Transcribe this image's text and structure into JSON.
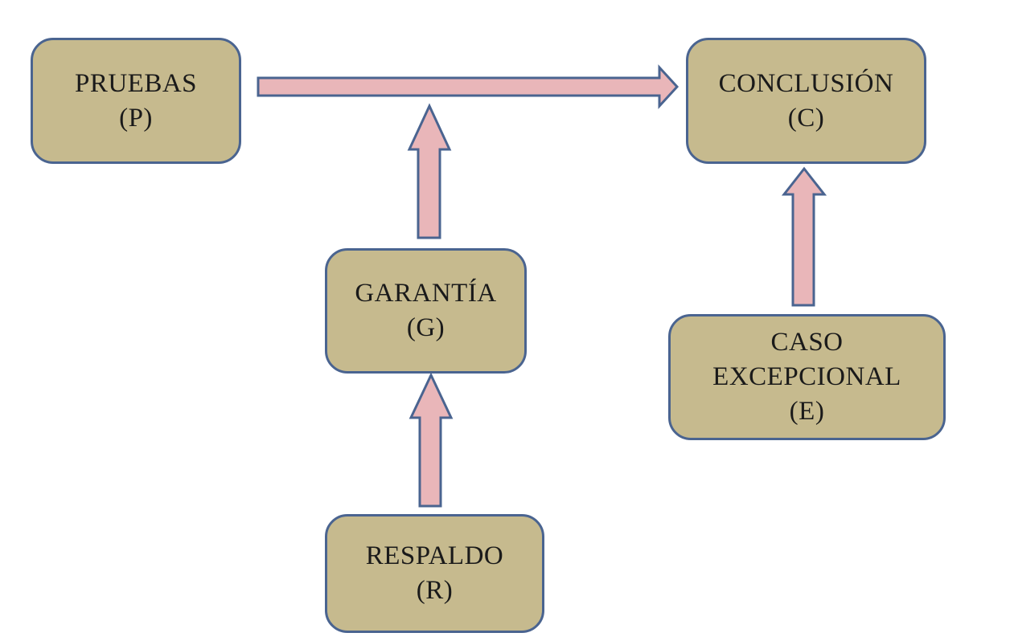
{
  "diagram": {
    "colors": {
      "box_fill": "#c6ba8e",
      "box_border": "#4a6490",
      "arrow_fill": "#e9b6b9",
      "arrow_border": "#4a6490"
    },
    "nodes": {
      "pruebas": {
        "name": "PRUEBAS",
        "code": "(P)"
      },
      "conclusion": {
        "name": "CONCLUSIÓN",
        "code": "(C)"
      },
      "garantia": {
        "name": "GARANTÍA",
        "code": "(G)"
      },
      "caso_excepcional": {
        "name_line1": "CASO",
        "name_line2": "EXCEPCIONAL",
        "code": "(E)"
      },
      "respaldo": {
        "name": "RESPALDO",
        "code": "(R)"
      }
    },
    "edges": [
      {
        "from": "pruebas",
        "to": "conclusion"
      },
      {
        "from": "garantia",
        "to": "pruebas-conclusion-link"
      },
      {
        "from": "respaldo",
        "to": "garantia"
      },
      {
        "from": "caso_excepcional",
        "to": "conclusion"
      }
    ]
  }
}
